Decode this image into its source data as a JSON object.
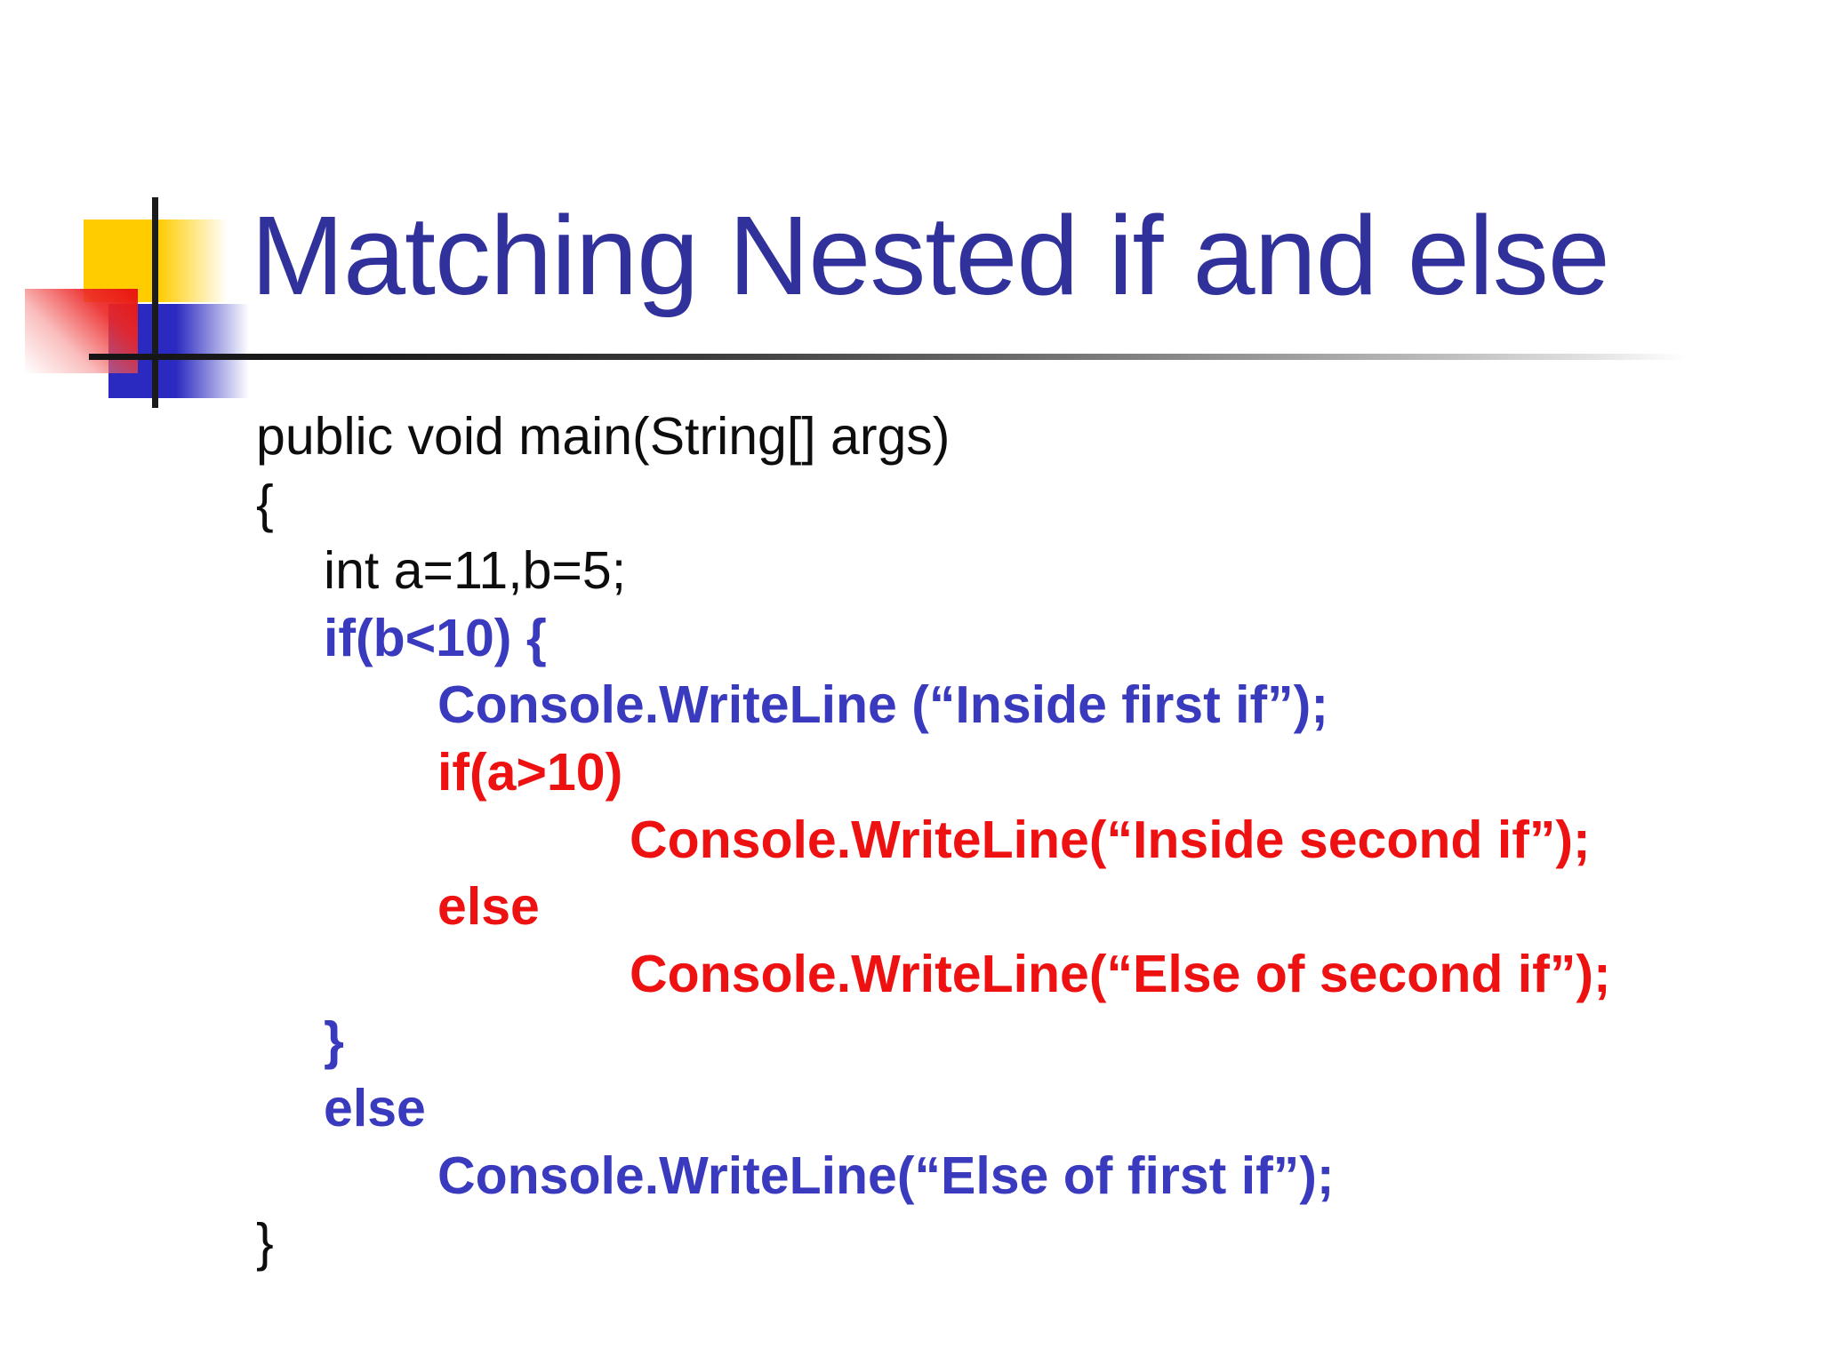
{
  "colors": {
    "title": "#31319B",
    "code_black": "#0D0D0D",
    "code_blue": "#3A3ABE",
    "code_red": "#EE1111",
    "square_yellow": "#FFCC00",
    "square_red": "#E9150D",
    "square_blue": "#2A2AC0",
    "cross_line": "#1B1B1B"
  },
  "title": {
    "text": "Matching Nested if and else"
  },
  "code": {
    "lines": [
      {
        "text": "public void main(String[] args)",
        "color": "black",
        "indent": 0
      },
      {
        "text": "{",
        "color": "black",
        "indent": 0
      },
      {
        "text": "int a=11,b=5;",
        "color": "black",
        "indent": 1
      },
      {
        "text": "if(b<10) {",
        "color": "blue",
        "indent": 1
      },
      {
        "text": "Console.WriteLine (“Inside first if”);",
        "color": "blue",
        "indent": 2
      },
      {
        "text": "if(a>10)",
        "color": "red",
        "indent": 2
      },
      {
        "text": "Console.WriteLine(“Inside second if”);",
        "color": "red",
        "indent": 3
      },
      {
        "text": "else",
        "color": "red",
        "indent": 2
      },
      {
        "text": "Console.WriteLine(“Else of second if”);",
        "color": "red",
        "indent": 3
      },
      {
        "text": "}",
        "color": "blue",
        "indent": 1
      },
      {
        "text": "else",
        "color": "blue",
        "indent": 1
      },
      {
        "text": "Console.WriteLine(“Else of first if”);",
        "color": "blue",
        "indent": 2
      },
      {
        "text": "}",
        "color": "black",
        "indent": 0
      }
    ]
  }
}
